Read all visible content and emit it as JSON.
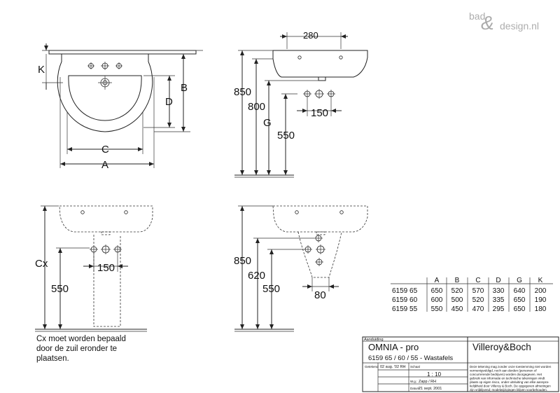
{
  "watermark": {
    "text_left": "bad",
    "text_right": "design.nl"
  },
  "views": {
    "top": {
      "labels": {
        "K": "K",
        "B": "B",
        "D": "D",
        "C": "C",
        "A": "A"
      }
    },
    "side": {
      "width": "280",
      "h1": "850",
      "h2": "800",
      "g": "G",
      "h3": "550",
      "spacing": "150"
    },
    "front_column": {
      "cx": "Cx",
      "h": "550",
      "spacing": "150"
    },
    "front_pedestal": {
      "h1": "850",
      "h2": "620",
      "h3": "550",
      "width": "80"
    }
  },
  "note": {
    "line1": "Cx moet worden bepaald",
    "line2": "door de zuil eronder te",
    "line3": "plaatsen."
  },
  "table": {
    "headers": [
      "",
      "A",
      "B",
      "C",
      "D",
      "G",
      "K"
    ],
    "rows": [
      [
        "6159 65",
        "650",
        "520",
        "570",
        "330",
        "640",
        "200"
      ],
      [
        "6159 60",
        "600",
        "500",
        "520",
        "335",
        "650",
        "190"
      ],
      [
        "6159 55",
        "550",
        "450",
        "470",
        "295",
        "650",
        "180"
      ]
    ]
  },
  "title_block": {
    "aanduiding_label": "Aanduiding",
    "product": "OMNIA - pro",
    "subtitle": "6159 65 / 60 / 55 - Wastafels",
    "brand": "Villeroy&Boch",
    "getekend_label": "Getekend",
    "getekend_value": "02 aug. '02 RH",
    "schaal_label": "Schaal",
    "schaal_value": "1 : 10",
    "wg_label": "W.g.:",
    "wg_value": "Zapp / RH",
    "datum_label": "Datum:",
    "datum_value": "21 sept. 2001",
    "disclaimer": [
      "Deze tekening mag zonder onze toestemming niet worden",
      "vermenigvuldigd, noch aan derden  (personen of",
      "concurrerende bedrijven) worden doorgegeven. Het",
      "gebruik van informatie en technische tekeningen  vindt",
      "plaats op eigen risico, onder uitsluiting van elke aanspra-",
      "kelijkheid door Villeroy & Boch. De opgegeven afmetingen",
      "zijn vrijblijvend; modelwijzigingen blijven voorbehouden."
    ]
  }
}
